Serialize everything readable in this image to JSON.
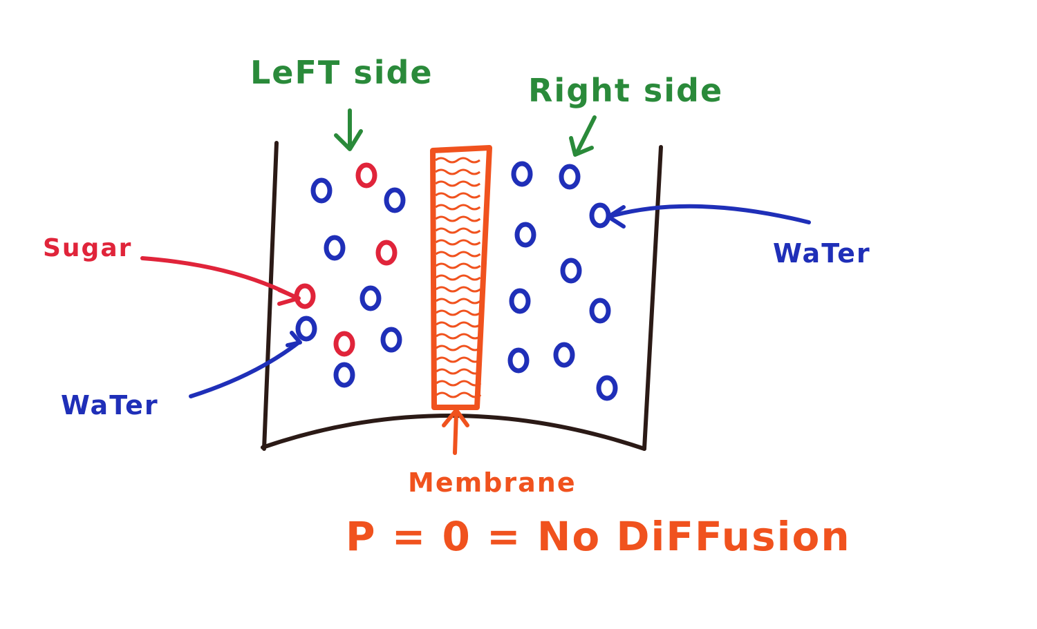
{
  "labels": {
    "left_side": "LeFT side",
    "right_side": "Right side",
    "sugar": "Sugar",
    "water_left": "WaTer",
    "water_right": "WaTer",
    "membrane": "Membrane",
    "equation": "P = 0 = No DiFFusion"
  },
  "colors": {
    "container": "#2b1a16",
    "membrane": "#f0521e",
    "sugar": "#e0243a",
    "water": "#1f2fb8",
    "side_labels": "#2a8a3a"
  },
  "particles": {
    "left": [
      {
        "kind": "water"
      },
      {
        "kind": "sugar"
      },
      {
        "kind": "water"
      },
      {
        "kind": "water"
      },
      {
        "kind": "sugar"
      },
      {
        "kind": "sugar"
      },
      {
        "kind": "water"
      },
      {
        "kind": "water"
      },
      {
        "kind": "sugar"
      },
      {
        "kind": "water"
      },
      {
        "kind": "water"
      }
    ],
    "right": [
      {
        "kind": "water"
      },
      {
        "kind": "water"
      },
      {
        "kind": "water"
      },
      {
        "kind": "water"
      },
      {
        "kind": "water"
      },
      {
        "kind": "water"
      },
      {
        "kind": "water"
      },
      {
        "kind": "water"
      },
      {
        "kind": "water"
      },
      {
        "kind": "water"
      }
    ]
  }
}
